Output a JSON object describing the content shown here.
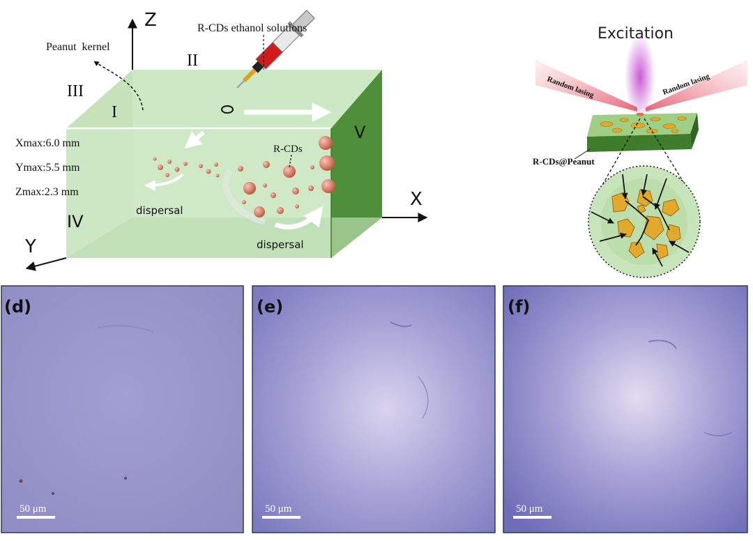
{
  "injection_diagram": {
    "axis_labels": {
      "z": "Z",
      "x": "X",
      "y": "Y"
    },
    "solution_label": "R-CDs ethanol solutions",
    "kernel_label": "Peanut  kernel",
    "region_labels": {
      "r1": "I",
      "r2": "II",
      "r3": "III",
      "r4": "IV",
      "r5": "V"
    },
    "dimensions": [
      "Xmax:6.0 mm",
      "Ymax:5.5 mm",
      "Zmax:2.3 mm"
    ],
    "rcds_label": "R-CDs",
    "dispersal_labels": [
      "dispersal",
      "dispersal"
    ]
  },
  "lasing_diagram": {
    "excitation_label": "Excitation",
    "random_lasing_labels": [
      "Random lasing",
      "Random lasing"
    ],
    "sample_label": "R-CDs@Peanut"
  },
  "micrographs": [
    {
      "panel": "(d)",
      "scale_bar": "50 μm"
    },
    {
      "panel": "(e)",
      "scale_bar": "50 μm"
    },
    {
      "panel": "(f)",
      "scale_bar": "50 μm"
    }
  ],
  "colors": {
    "box_green": "#c6e3bd",
    "side_green": "#4e8f3a",
    "particle": "#d9806b",
    "micrograph_base": "#8d88c6",
    "gold": "#e2a92d"
  }
}
